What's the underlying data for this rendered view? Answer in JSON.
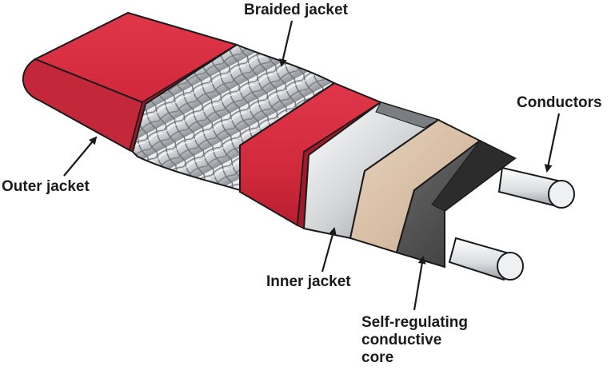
{
  "labels": {
    "braided_jacket": "Braided jacket",
    "conductors": "Conductors",
    "outer_jacket": "Outer jacket",
    "inner_jacket": "Inner jacket",
    "core_line1": "Self-regulating",
    "core_line2": "conductive",
    "core_line3": "core"
  },
  "colors": {
    "outer_jacket": "#d42a3c",
    "braid": "#c9ccd0",
    "inner_jacket": "#c8c8c8",
    "core_sleeve": "#d8c0a6",
    "core": "#555555",
    "conductor": "#e6e8ea",
    "outline": "#1a1a1a"
  },
  "icons": [
    "arrow-icon"
  ]
}
